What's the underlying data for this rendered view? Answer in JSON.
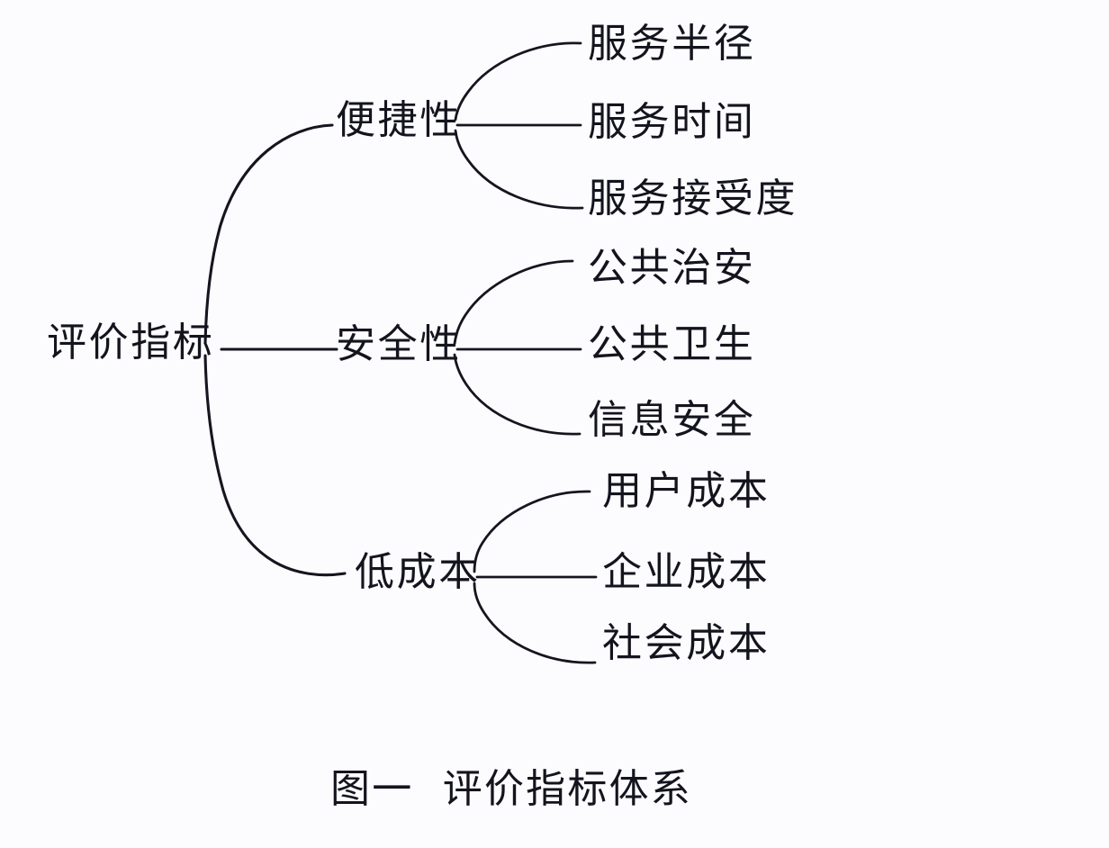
{
  "figure": {
    "caption": "图一  评价指标体系",
    "background_color": "#fcfcfe",
    "line_color": "#15151f",
    "text_color": "#14141e"
  },
  "tree": {
    "root": {
      "label": "评价指标"
    },
    "branches": [
      {
        "label": "便捷性",
        "leaves": [
          {
            "label": "服务半径"
          },
          {
            "label": "服务时间"
          },
          {
            "label": "服务接受度"
          }
        ]
      },
      {
        "label": "安全性",
        "leaves": [
          {
            "label": "公共治安"
          },
          {
            "label": "公共卫生"
          },
          {
            "label": "信息安全"
          }
        ]
      },
      {
        "label": "低成本",
        "leaves": [
          {
            "label": "用户成本"
          },
          {
            "label": "企业成本"
          },
          {
            "label": "社会成本"
          }
        ]
      }
    ]
  }
}
